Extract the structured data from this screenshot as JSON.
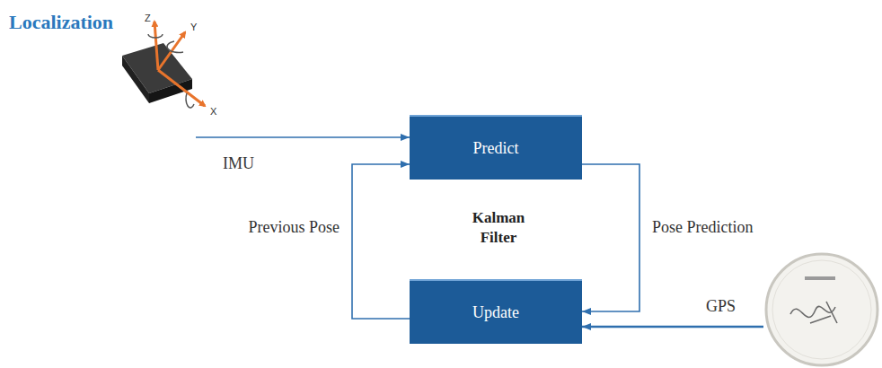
{
  "diagram": {
    "title": "Localization",
    "nodes": [
      {
        "text": [
          "IMU"
        ]
      },
      {
        "text": [
          "Predict"
        ]
      },
      {
        "text": [
          "Update"
        ]
      },
      {
        "text": [
          "GPS"
        ]
      }
    ],
    "edges": [
      {
        "from": 0,
        "to": 1,
        "arrow": "to"
      },
      {
        "from": 1,
        "to": 2,
        "label": "Pose Prediction",
        "arrow": "to"
      },
      {
        "from": 2,
        "to": 1,
        "label": "Previous Pose",
        "arrow": "to"
      },
      {
        "from": 3,
        "to": 2,
        "arrow": "to"
      }
    ],
    "labels": [
      "Kalman Filter",
      "Z",
      "Y",
      "X"
    ]
  }
}
